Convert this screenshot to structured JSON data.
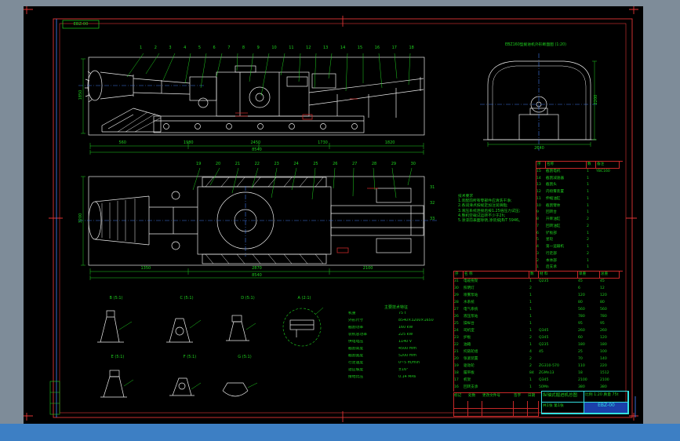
{
  "colors": {
    "outer_bg": "#7e8c99",
    "canvas_bg": "#000000",
    "frame_red": "#e03535",
    "table_red": "#c62828",
    "line_white": "#ececec",
    "green": "#1fd11f",
    "cyan": "#34e0e0",
    "blue": "#3f77e8",
    "statusbar_blue": "#3d7fc4",
    "title_blue_bg": "#1b3faa"
  },
  "header_box": {
    "label": "EBZ-00"
  },
  "side_view": {
    "balloons": [
      "1",
      "2",
      "3",
      "4",
      "5",
      "6",
      "7",
      "8",
      "9",
      "10",
      "11",
      "12",
      "13",
      "14",
      "15",
      "16",
      "17",
      "18"
    ],
    "dims": [
      "560",
      "1980",
      "2450",
      "1730",
      "1820"
    ],
    "overall_dim": "8540",
    "height_dim": "1850"
  },
  "front_view": {
    "title": "EBZ160型掘进机外形断面图 (1:20)",
    "width_dim": "2640",
    "height_dim": "2200"
  },
  "plan_view": {
    "balloons": [
      "19",
      "20",
      "21",
      "22",
      "23",
      "24",
      "25",
      "26",
      "27",
      "28",
      "29",
      "30"
    ],
    "side_balloons": [
      "31",
      "32",
      "33"
    ],
    "dims": [
      "1350",
      "2870",
      "2100"
    ],
    "overall_dim": "8540",
    "width_dim": "3200"
  },
  "notes": {
    "title": "技术要求",
    "lines": [
      "1.装配前所有零部件应清洗干净;",
      "2.各润滑点按规定加注润滑脂;",
      "3.液压系统连接后按1.25倍压力试压;",
      "4.整机空载试运转不少于2h;",
      "5.涂漆前表面除锈,涂装按JB/T 5946。"
    ]
  },
  "bom_right": {
    "headers": [
      "序",
      "名称",
      "数",
      "备注"
    ],
    "rows": [
      {
        "no": "15",
        "name": "截割电机",
        "qty": "1",
        "note": "YBC160"
      },
      {
        "no": "14",
        "name": "截割减速器",
        "qty": "1",
        "note": ""
      },
      {
        "no": "13",
        "name": "截割头",
        "qty": "1",
        "note": ""
      },
      {
        "no": "12",
        "name": "内喷雾装置",
        "qty": "1",
        "note": ""
      },
      {
        "no": "11",
        "name": "伸缩油缸",
        "qty": "1",
        "note": ""
      },
      {
        "no": "10",
        "name": "截割臂体",
        "qty": "1",
        "note": ""
      },
      {
        "no": "9",
        "name": "回转台",
        "qty": "1",
        "note": ""
      },
      {
        "no": "8",
        "name": "升降油缸",
        "qty": "2",
        "note": ""
      },
      {
        "no": "7",
        "name": "回转油缸",
        "qty": "2",
        "note": ""
      },
      {
        "no": "6",
        "name": "铲板部",
        "qty": "1",
        "note": ""
      },
      {
        "no": "5",
        "name": "星轮",
        "qty": "2",
        "note": ""
      },
      {
        "no": "4",
        "name": "第一运输机",
        "qty": "1",
        "note": ""
      },
      {
        "no": "3",
        "name": "行走部",
        "qty": "2",
        "note": ""
      },
      {
        "no": "2",
        "name": "本体部",
        "qty": "1",
        "note": ""
      },
      {
        "no": "1",
        "name": "后支承",
        "qty": "1",
        "note": ""
      }
    ]
  },
  "bom_main": {
    "headers": [
      "序",
      "名  称",
      "数",
      "材  料",
      "单重",
      "总重"
    ],
    "rows": [
      {
        "no": "31",
        "name": "电缆拖架",
        "qty": "1",
        "mat": "Q235",
        "single": "45",
        "total": "45"
      },
      {
        "no": "30",
        "name": "照明灯",
        "qty": "2",
        "mat": "",
        "single": "6",
        "total": "12"
      },
      {
        "no": "29",
        "name": "喷雾泵站",
        "qty": "1",
        "mat": "",
        "single": "120",
        "total": "120"
      },
      {
        "no": "28",
        "name": "水系统",
        "qty": "1",
        "mat": "",
        "single": "80",
        "total": "80"
      },
      {
        "no": "27",
        "name": "电气系统",
        "qty": "1",
        "mat": "",
        "single": "560",
        "total": "560"
      },
      {
        "no": "26",
        "name": "液压泵站",
        "qty": "1",
        "mat": "",
        "single": "780",
        "total": "780"
      },
      {
        "no": "25",
        "name": "操纵台",
        "qty": "1",
        "mat": "",
        "single": "95",
        "total": "95"
      },
      {
        "no": "24",
        "name": "司机室",
        "qty": "1",
        "mat": "Q345",
        "single": "260",
        "total": "260"
      },
      {
        "no": "23",
        "name": "护板",
        "qty": "2",
        "mat": "Q345",
        "single": "60",
        "total": "120"
      },
      {
        "no": "22",
        "name": "油箱",
        "qty": "1",
        "mat": "Q235",
        "single": "180",
        "total": "180"
      },
      {
        "no": "21",
        "name": "托链轮组",
        "qty": "4",
        "mat": "45",
        "single": "25",
        "total": "100"
      },
      {
        "no": "20",
        "name": "张紧装置",
        "qty": "2",
        "mat": "",
        "single": "70",
        "total": "140"
      },
      {
        "no": "19",
        "name": "驱动轮",
        "qty": "2",
        "mat": "ZG310-570",
        "single": "110",
        "total": "220"
      },
      {
        "no": "18",
        "name": "履带板",
        "qty": "84",
        "mat": "ZGMn13",
        "single": "18",
        "total": "1512"
      },
      {
        "no": "17",
        "name": "机架",
        "qty": "1",
        "mat": "Q345",
        "single": "2100",
        "total": "2100"
      },
      {
        "no": "16",
        "name": "回转支承",
        "qty": "1",
        "mat": "50Mn",
        "single": "380",
        "total": "380"
      }
    ]
  },
  "change_table": {
    "headers": [
      "标记",
      "处数",
      "更改文件号",
      "签字",
      "日期"
    ]
  },
  "title_block": {
    "name": "纵轴式掘进机总图",
    "drawing_no": "EBZ-00",
    "scale_info": "比例 1:20  质量 75t",
    "sheet": "共1张 第1张"
  },
  "tech_table": {
    "title": "主要技术特征",
    "rows": [
      [
        "机重",
        "75 t"
      ],
      [
        "外形尺寸",
        "8540×3200×1650"
      ],
      [
        "截割功率",
        "160 kW"
      ],
      [
        "装机总功率",
        "225 kW"
      ],
      [
        "供电电压",
        "1140 V"
      ],
      [
        "截割高度",
        "4500 mm"
      ],
      [
        "截割宽度",
        "5200 mm"
      ],
      [
        "行走速度",
        "0~5 m/min"
      ],
      [
        "适应坡度",
        "±16°"
      ],
      [
        "接地比压",
        "0.14 MPa"
      ]
    ]
  },
  "details": {
    "top": [
      {
        "label": "B (5:1)"
      },
      {
        "label": "C (5:1)"
      },
      {
        "label": "D (5:1)"
      },
      {
        "label": "A (2:1)"
      }
    ],
    "bottom": [
      {
        "label": "E (5:1)"
      },
      {
        "label": "F (5:1)"
      },
      {
        "label": "G (5:1)"
      }
    ]
  }
}
